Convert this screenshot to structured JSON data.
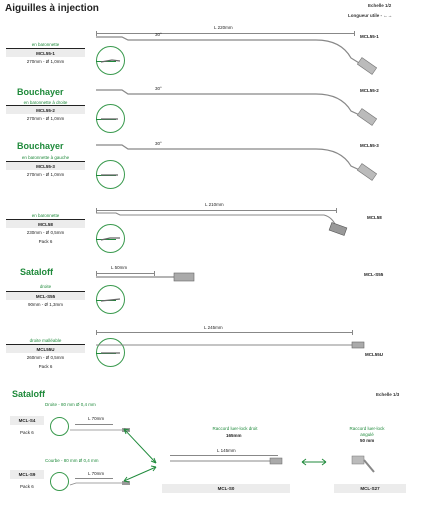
{
  "page": {
    "title": "Aiguilles à injection",
    "scale_top": "Echelle 1/2",
    "useful_length": "Longueur utile - ←→"
  },
  "items": [
    {
      "heading": "",
      "variant": "en baïonnette",
      "ref": "MCL55-1",
      "size": "270mm - Ø 1,0mm",
      "pack": "",
      "length": "L 220mm",
      "angle": "30°",
      "code": "MCL55-1"
    },
    {
      "heading": "Bouchayer",
      "variant": "en baïonnette à droite",
      "ref": "MCL55-2",
      "size": "270mm - Ø 1,0mm",
      "pack": "",
      "length": "",
      "angle": "30°",
      "code": "MCL55-2"
    },
    {
      "heading": "Bouchayer",
      "variant": "en baïonnette à gauche",
      "ref": "MCL55-3",
      "size": "270mm - Ø 1,0mm",
      "pack": "",
      "length": "",
      "angle": "30°",
      "code": "MCL55-3"
    },
    {
      "heading": "",
      "variant": "en baïonnette",
      "ref": "MCL58",
      "size": "230mm - Ø 0,5mm",
      "pack": "Pack 6",
      "length": "L 210mm",
      "angle": "",
      "code": "MCL58"
    },
    {
      "heading": "Sataloff",
      "variant": "droite",
      "ref": "MCL-S55",
      "size": "90mm - Ø 1,3mm",
      "pack": "",
      "length": "L 50mm",
      "angle": "",
      "code": "MCL-S55"
    },
    {
      "heading": "",
      "variant": "droite malléable",
      "ref": "MCL55U",
      "size": "260mm - Ø 0,5mm",
      "pack": "Pack 6",
      "length": "L 245mm",
      "angle": "",
      "code": "MCL55U"
    }
  ],
  "sataloff_section": {
    "heading": "Sataloff",
    "scale": "Echelle 1/3",
    "straight_ref": "MCL-S4",
    "straight_pack": "Pack 6",
    "straight_label": "Droite - 80 mm Ø 0,4 mm",
    "straight_length": "L 70mm",
    "curved_ref": "MCL-S9",
    "curved_pack": "Pack 6",
    "curved_label": "Courbe - 80 mm Ø 0,4 mm",
    "curved_length": "L 70mm",
    "connector_title": "Raccord luer-lock droit",
    "connector_len": "165mm",
    "connector_L": "L 145mm",
    "connector_ref": "MCL-S0",
    "angled_title": "Raccord luer-lock",
    "angled_sub": "angulé",
    "angled_len": "50 mm",
    "angled_ref": "MCL-S27"
  },
  "colors": {
    "accent_green": "#1f8a3b",
    "circle_green": "#3a9a4e",
    "ref_bg": "#ececec"
  }
}
